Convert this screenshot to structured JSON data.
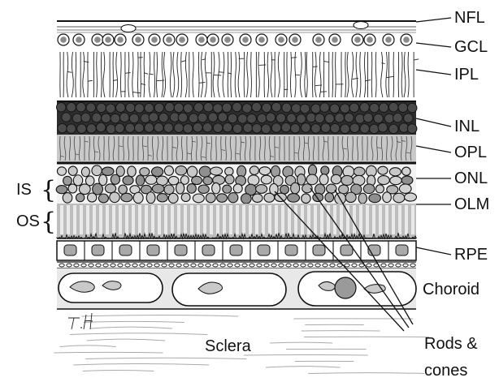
{
  "labels": {
    "nfl": "NFL",
    "gcl": "GCL",
    "ipl": "IPL",
    "inl": "INL",
    "opl": "OPL",
    "onl": "ONL",
    "olm": "OLM",
    "rpe": "RPE",
    "choroid": "Choroid",
    "sclera": "Sclera",
    "rods_cones_1": "Rods &",
    "rods_cones_2": "cones",
    "is": "IS",
    "os": "OS"
  },
  "signature": "T.H",
  "colors": {
    "ink": "#111111",
    "cell_dark": "#3d3d3d",
    "cell_mid": "#8a8a8a",
    "cell_light": "#c8c8c8",
    "opl_band": "#c9c9c9",
    "photoreceptor_band": "#bdbdbd",
    "choroid_fill": "#d9d9d9"
  }
}
